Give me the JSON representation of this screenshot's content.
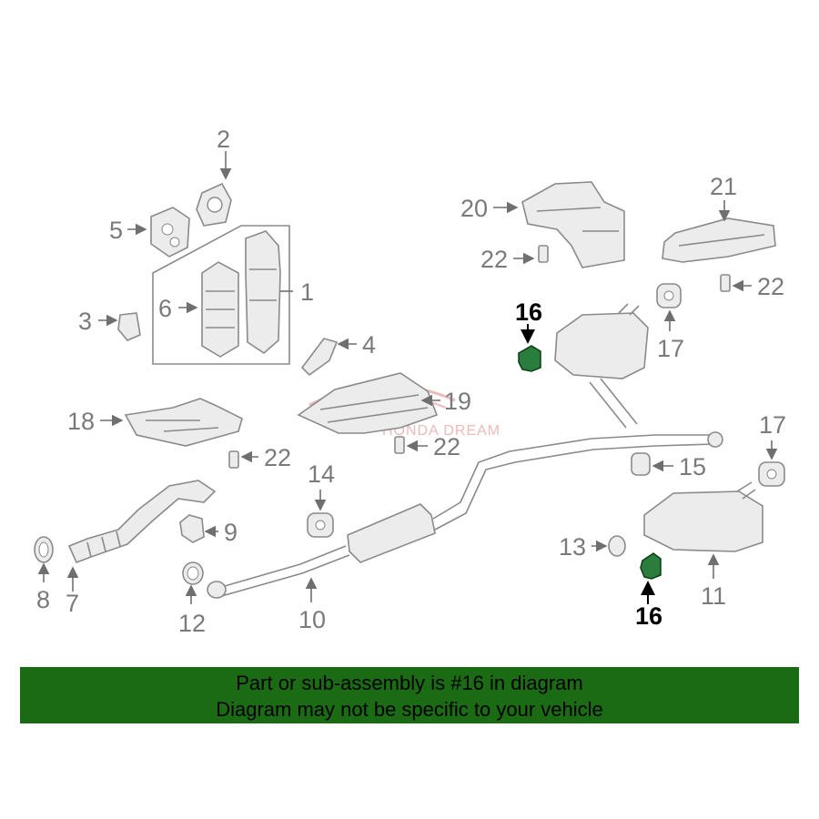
{
  "diagram": {
    "callouts": {
      "c1": "1",
      "c2": "2",
      "c3": "3",
      "c4": "4",
      "c5": "5",
      "c6": "6",
      "c7": "7",
      "c8": "8",
      "c9": "9",
      "c10": "10",
      "c11": "11",
      "c12": "12",
      "c13": "13",
      "c14": "14",
      "c15": "15",
      "c16a": "16",
      "c16b": "16",
      "c17a": "17",
      "c17b": "17",
      "c18": "18",
      "c19": "19",
      "c20": "20",
      "c21": "21",
      "c22a": "22",
      "c22b": "22",
      "c22c": "22",
      "c22d": "22"
    },
    "highlight_color": "#2a7d3c",
    "watermark_logo_text": "HONDA DREAM"
  },
  "banner": {
    "line1": "Part or sub-assembly is #16 in diagram",
    "line2": "Diagram may not be specific to your vehicle",
    "background": "#1b6b14"
  }
}
